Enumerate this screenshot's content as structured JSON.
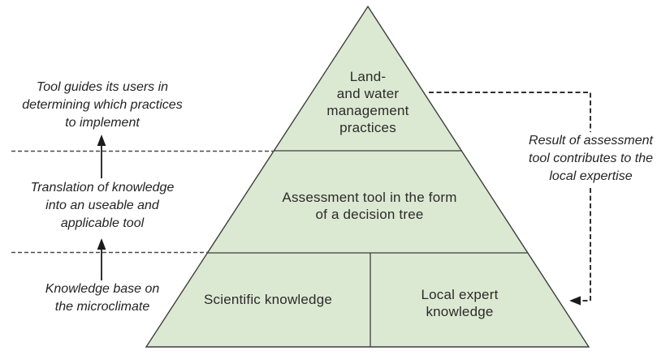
{
  "colors": {
    "pyramid_fill": "#dce9d2",
    "outline": "#3e3e3e",
    "text": "#2b2b2b"
  },
  "pyramid": {
    "top": "Land-\nand water\nmanagement\npractices",
    "middle": "Assessment tool in the form\nof a decision tree",
    "bottom_left": "Scientific knowledge",
    "bottom_right": "Local expert\nknowledge"
  },
  "annotations": {
    "left_top": "Tool guides its users in\ndetermining which practices\nto implement",
    "left_middle": "Translation of knowledge\ninto an useable and\napplicable tool",
    "left_bottom": "Knowledge base on\nthe microclimate",
    "right": "Result of assessment\ntool contributes to the\nlocal expertise"
  }
}
